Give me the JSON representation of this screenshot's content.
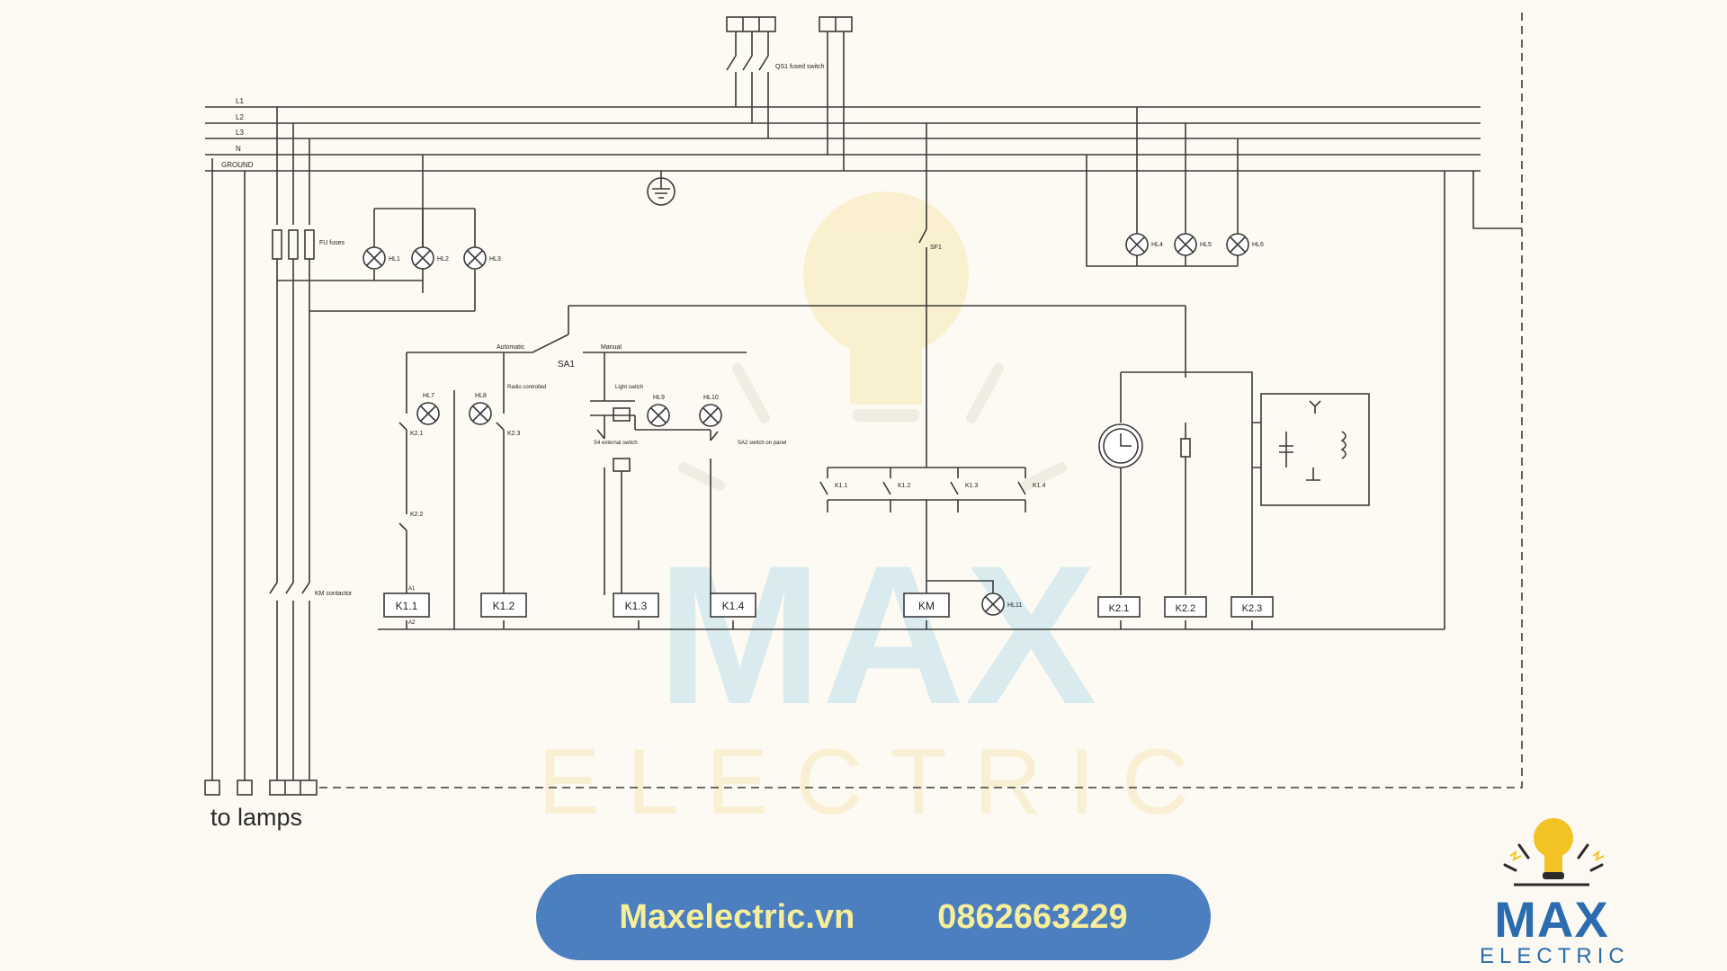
{
  "diagram": {
    "bus_labels": [
      "L1",
      "L2",
      "L3",
      "N",
      "GROUND"
    ],
    "qs1": "QS1\nfused switch",
    "fu": "FU\nfuses",
    "hl_top": [
      "HL1",
      "HL2",
      "HL3"
    ],
    "hl_right": [
      "HL4",
      "HL5",
      "HL6"
    ],
    "sf1": "SF1",
    "sa1": "SA1",
    "automatic": "Automatic",
    "manual": "Manual",
    "hl_mid": [
      "HL7",
      "HL8",
      "HL9",
      "HL10"
    ],
    "radio_controlled": "Radio\ncontrolled",
    "light_switch": "Light\nswitch",
    "s4": "S4\nexternal switch",
    "sa2": "SA2\nswitch on panel",
    "k_contacts": [
      "K2.1",
      "K2.2",
      "K2.3"
    ],
    "km_contacts": [
      "K1.1",
      "K1.2",
      "K1.3",
      "K1.4"
    ],
    "coils": [
      "K1.1",
      "K1.2",
      "K1.3",
      "K1.4",
      "KM",
      "K2.1",
      "K2.2",
      "K2.3"
    ],
    "hl11": "HL11",
    "km_contactor": "KM\ncontactor",
    "a1": "A1",
    "a2": "A2",
    "to_lamps": "to lamps"
  },
  "watermark": {
    "word1": "MAX",
    "word2": "ELECTRIC"
  },
  "footer": {
    "website": "Maxelectric.vn",
    "phone": "0862663229"
  },
  "logo": {
    "word1": "MAX",
    "word2": "ELECTRIC"
  },
  "colors": {
    "pill": "#4b7fbf",
    "pill_text": "#f6ee9a",
    "logo_blue": "#2b6cae",
    "bulb": "#f3c326"
  }
}
